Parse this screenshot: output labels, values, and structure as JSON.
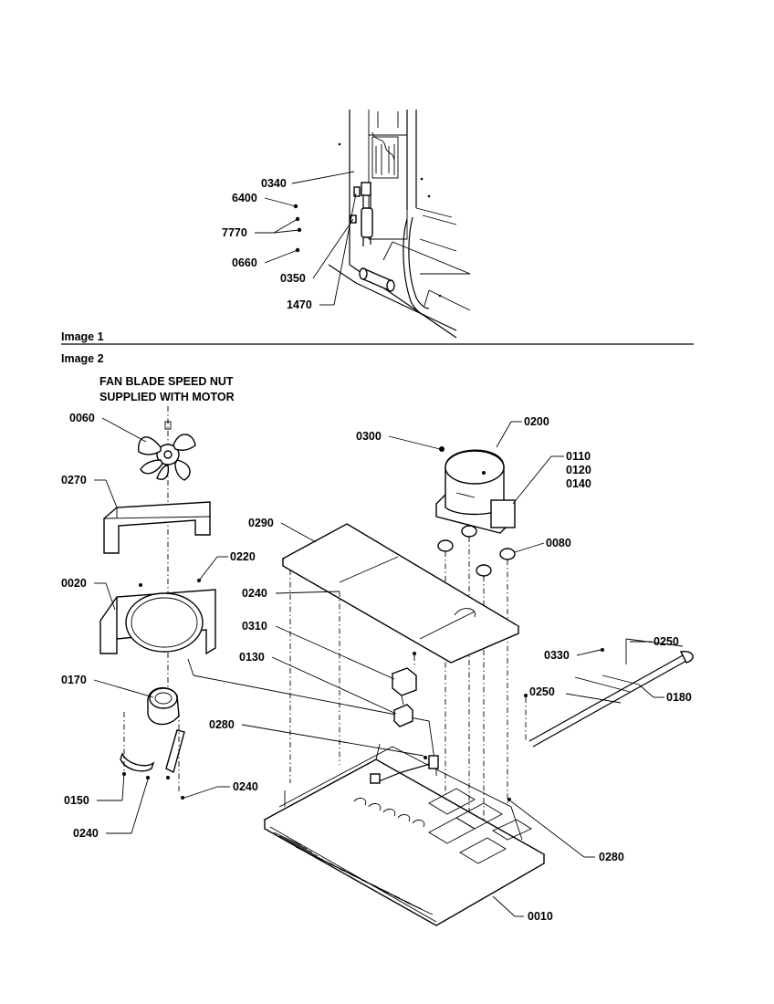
{
  "section_1": {
    "title": "Image 1",
    "callouts": [
      "0340",
      "6400",
      "7770",
      "0660",
      "0350",
      "1470"
    ]
  },
  "section_2": {
    "title": "Image 2",
    "note_line1": "FAN BLADE SPEED NUT",
    "note_line2": "SUPPLIED WITH MOTOR",
    "callouts": {
      "c0060": "0060",
      "c0270": "0270",
      "c0020": "0020",
      "c0220": "0220",
      "c0170": "0170",
      "c0150": "0150",
      "c0240_a": "0240",
      "c0240_b": "0240",
      "c0240_c": "0240",
      "c0300": "0300",
      "c0200": "0200",
      "c0110": "0110",
      "c0120": "0120",
      "c0140": "0140",
      "c0080": "0080",
      "c0290": "0290",
      "c0310": "0310",
      "c0130": "0130",
      "c0280_a": "0280",
      "c0280_b": "0280",
      "c0330": "0330",
      "c0250_a": "0250",
      "c0250_b": "0250",
      "c0180": "0180",
      "c0010": "0010"
    }
  }
}
